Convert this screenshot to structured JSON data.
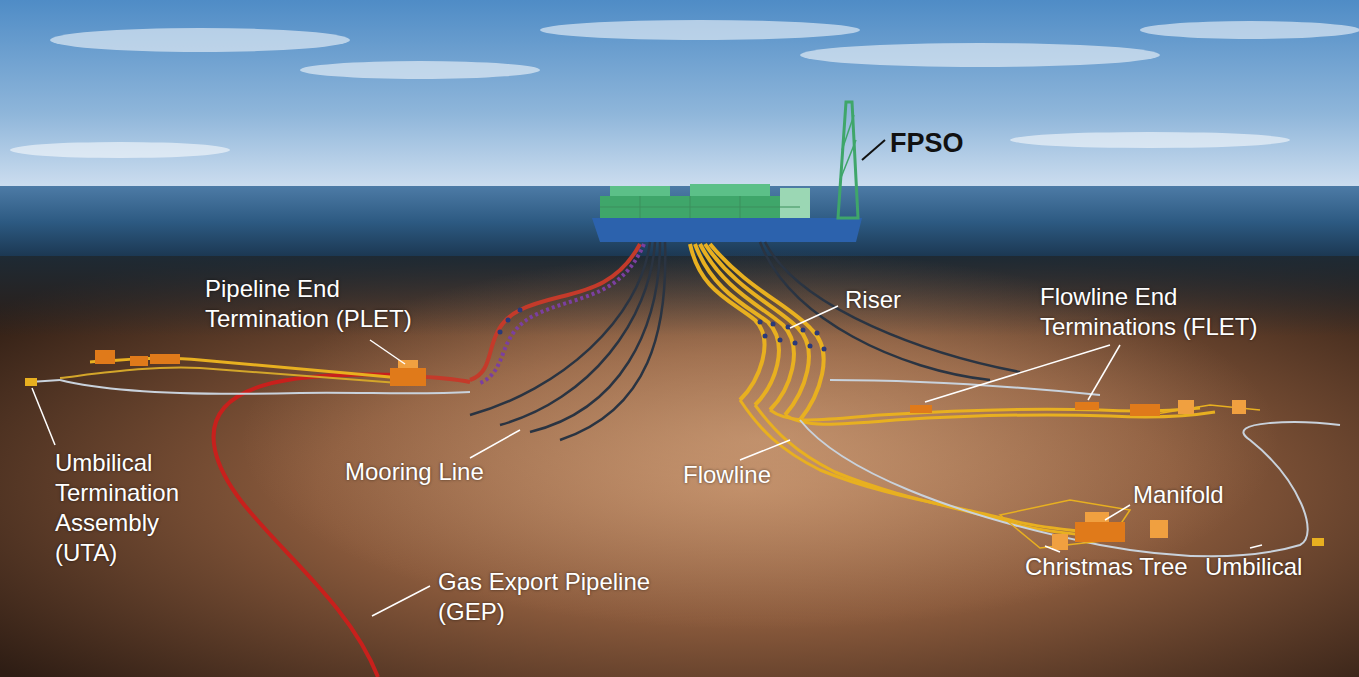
{
  "diagram": {
    "labels": [
      "FPSO",
      "Pipeline End Termination (PLET)",
      "Riser",
      "Flowline End Terminations (FLET)",
      "Umbilical Termination Assembly (UTA)",
      "Mooring Line",
      "Flowline",
      "Manifold",
      "Gas Export Pipeline (GEP)",
      "Christmas Tree",
      "Umbilical"
    ]
  }
}
